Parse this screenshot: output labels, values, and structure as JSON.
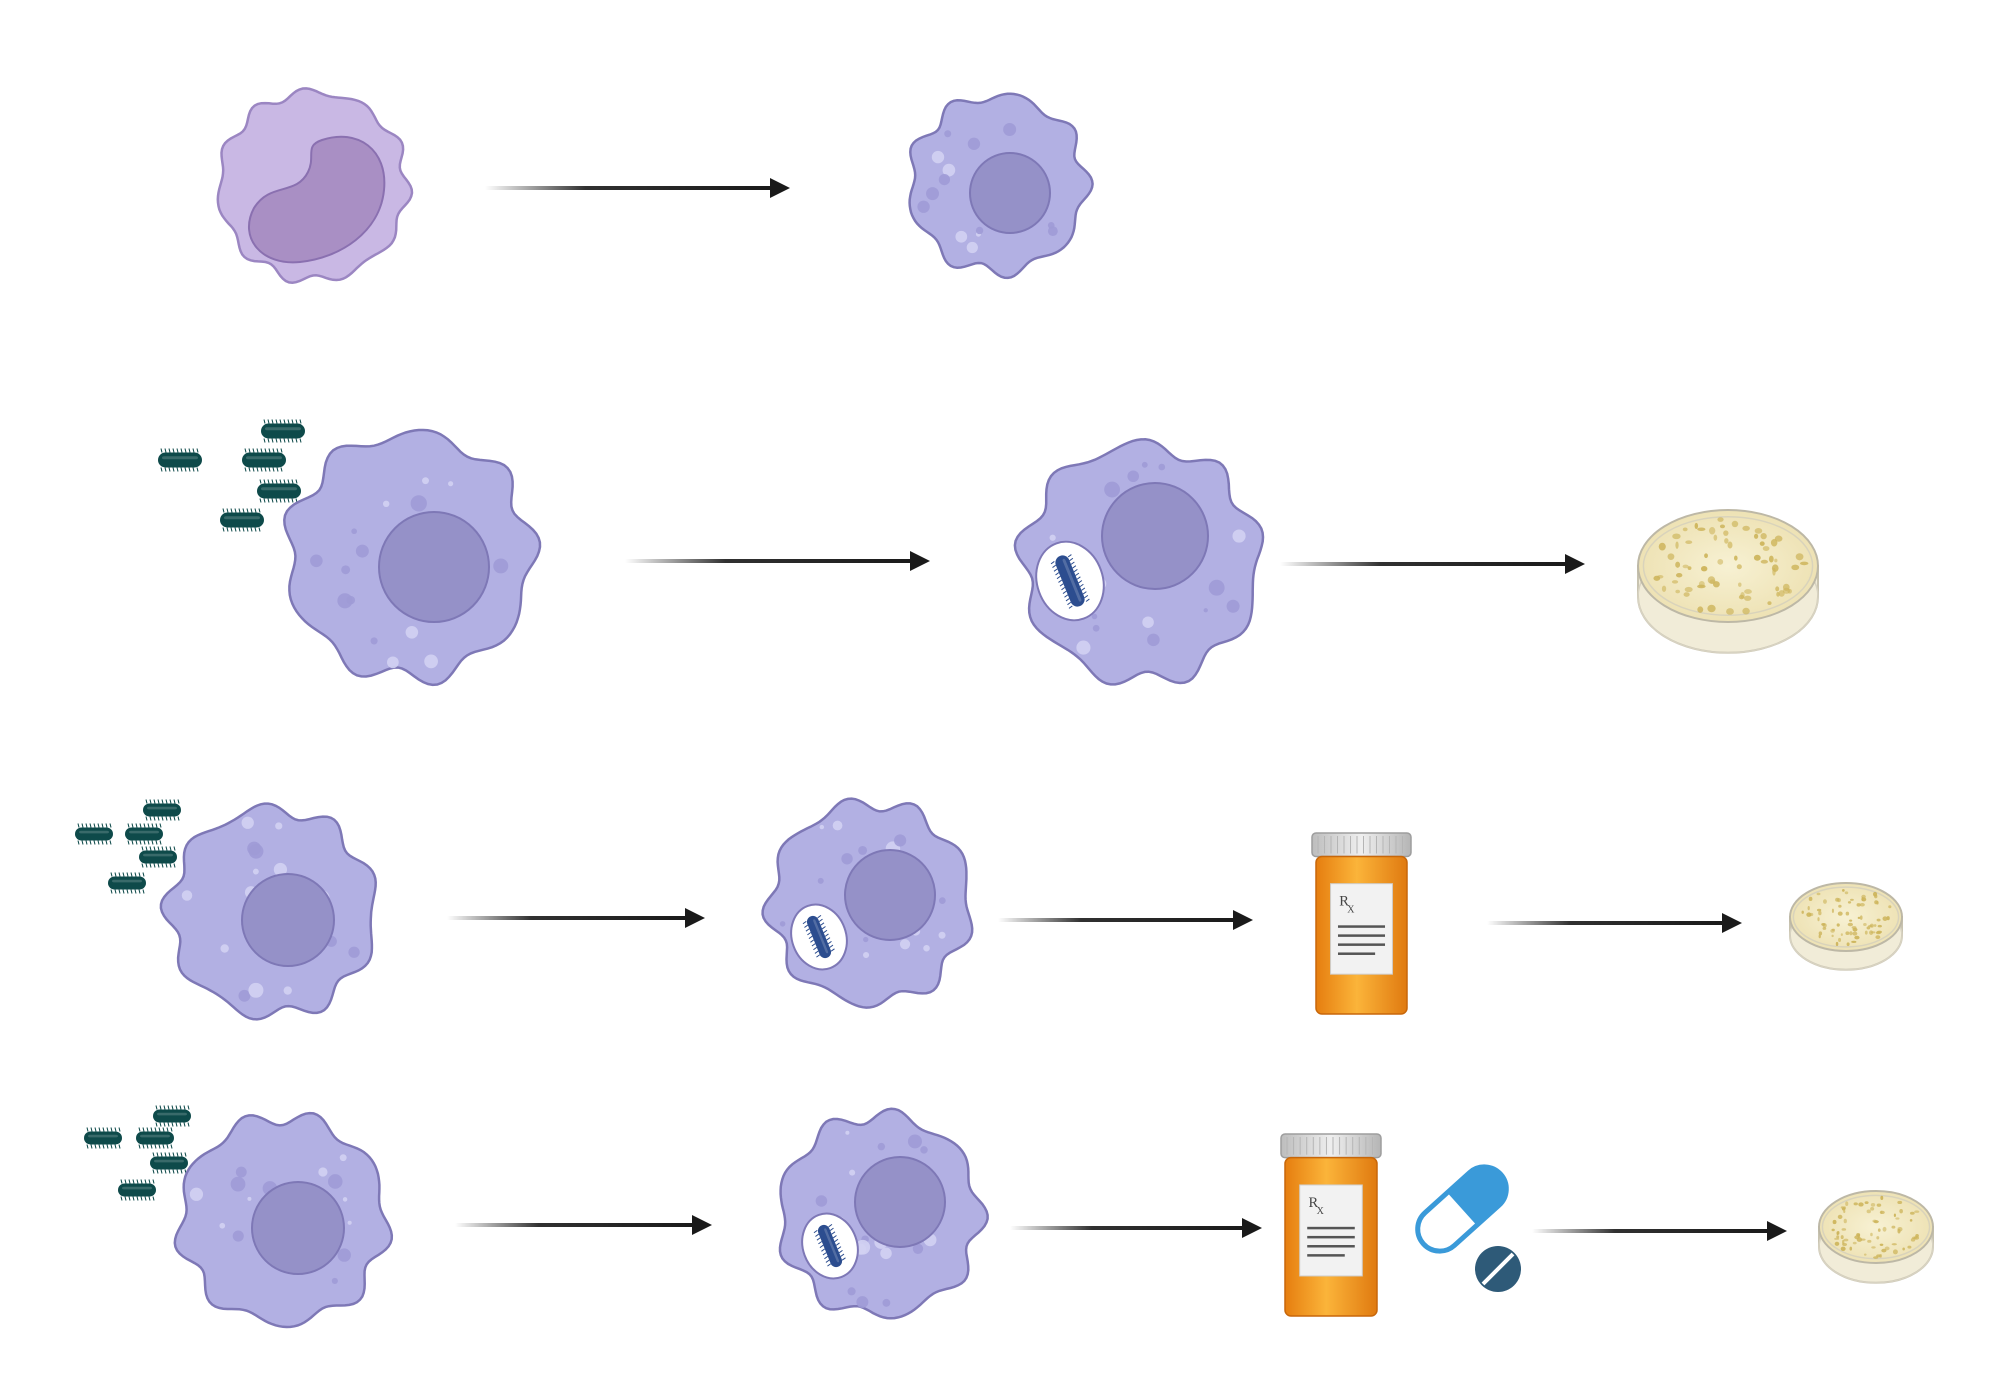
{
  "diagram": {
    "rows": [
      {
        "id": "row-1",
        "steps": [
          "monocyte",
          "macrophage"
        ]
      },
      {
        "id": "row-2",
        "steps": [
          "macrophage-with-bacteria",
          "infected-macrophage",
          "petri-dish-full"
        ]
      },
      {
        "id": "row-3",
        "steps": [
          "macrophage-with-bacteria",
          "infected-macrophage",
          "prescription-bottle",
          "petri-dish-small"
        ]
      },
      {
        "id": "row-4",
        "steps": [
          "macrophage-with-bacteria",
          "infected-macrophage",
          "prescription-bottle",
          "capsule-and-tablet",
          "petri-dish-small"
        ]
      }
    ],
    "rx_label": "R",
    "rx_sub": "X",
    "colors": {
      "monocyte": "#c9b8e4",
      "monocyte_nucleus": "#a98fc4",
      "macrophage": "#b2b0e3",
      "macrophage_outline": "#7e78b6",
      "nucleus": "#9591c8",
      "bacteria": "#0e4a4a",
      "intracellular_bacterium": "#2c4d8f",
      "arrow": "#1a1a1a",
      "bottle": "#f29a1d",
      "bottle_cap": "#d9d9d9",
      "capsule": "#3a9ad9",
      "tablet": "#2e5a78",
      "petri_agar": "#f3ecc6",
      "petri_colony": "#cdb45a"
    },
    "icons": [
      "monocyte-icon",
      "macrophage-icon",
      "bacteria-icon",
      "phagosome-icon",
      "petri-dish-icon",
      "prescription-bottle-icon",
      "capsule-icon",
      "tablet-icon",
      "arrow-icon"
    ]
  }
}
